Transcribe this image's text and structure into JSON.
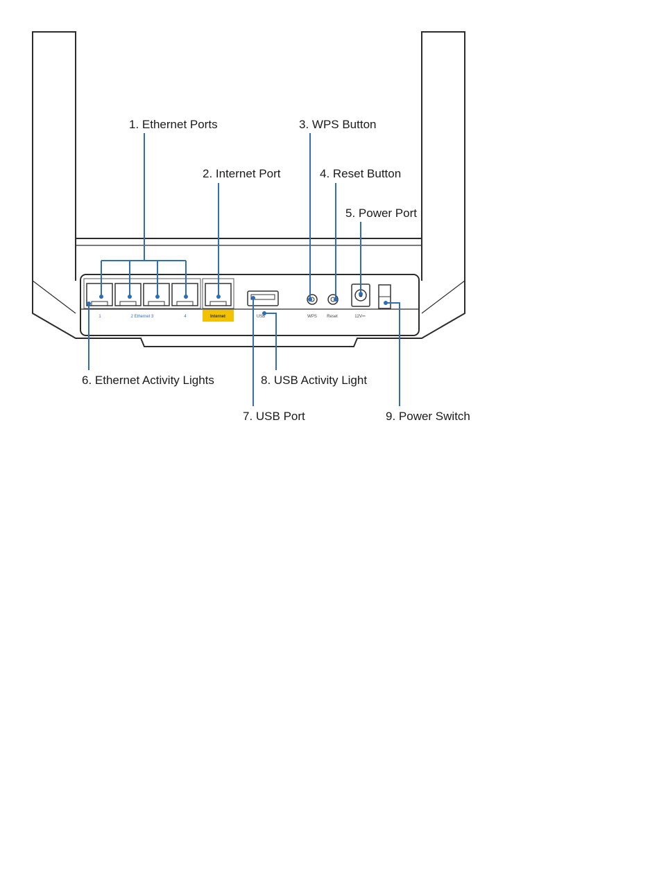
{
  "accent_color": "#2f6db5",
  "internet_tag_color": "#f2c200",
  "callouts": {
    "ethernet_ports": "1. Ethernet Ports",
    "internet_port": "2. Internet Port",
    "wps_button": "3. WPS Button",
    "reset_button": "4. Reset Button",
    "power_port": "5. Power Port",
    "ethernet_activity_lights": "6. Ethernet Activity Lights",
    "usb_port": "7. USB Port",
    "usb_activity_light": "8. USB Activity Light",
    "power_switch": "9. Power Switch"
  },
  "panel_labels": {
    "port_1": "1",
    "port_2_3": "2  Ethernet  3",
    "port_4": "4",
    "internet": "Internet",
    "usb": "USB",
    "wps": "WPS",
    "reset": "Reset",
    "power": "12V⎓"
  }
}
